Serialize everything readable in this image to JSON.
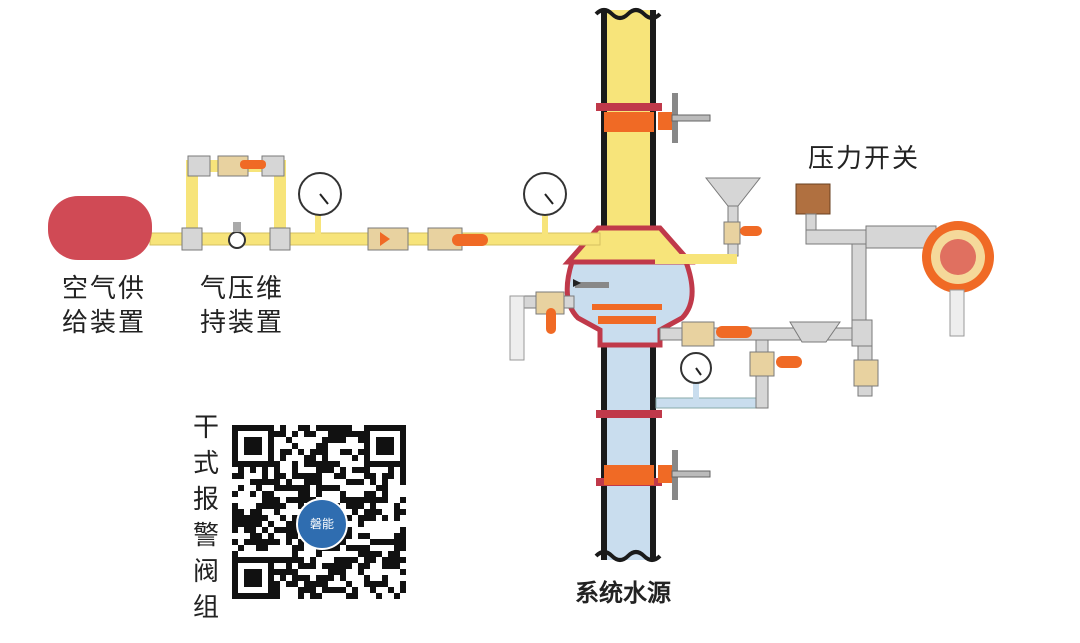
{
  "labels": {
    "air_supply": [
      "空气供",
      "给装置"
    ],
    "pressure_maintenance": [
      "气压维",
      "持装置"
    ],
    "pressure_switch": "压力开关",
    "water_source": "系统水源",
    "vertical_title": "干式报警阀组"
  },
  "qr": {
    "logo_text": "磐能"
  },
  "colors": {
    "air_pipe": "#f7e47a",
    "water_pipe": "#c9ddee",
    "valve_body": "#c0394a",
    "orange_valve": "#f06a25",
    "tank": "#d04a55",
    "grey_pipe": "#d6d6d6",
    "pipe_outline": "#7a7a7a",
    "brown_switch": "#b07040"
  }
}
